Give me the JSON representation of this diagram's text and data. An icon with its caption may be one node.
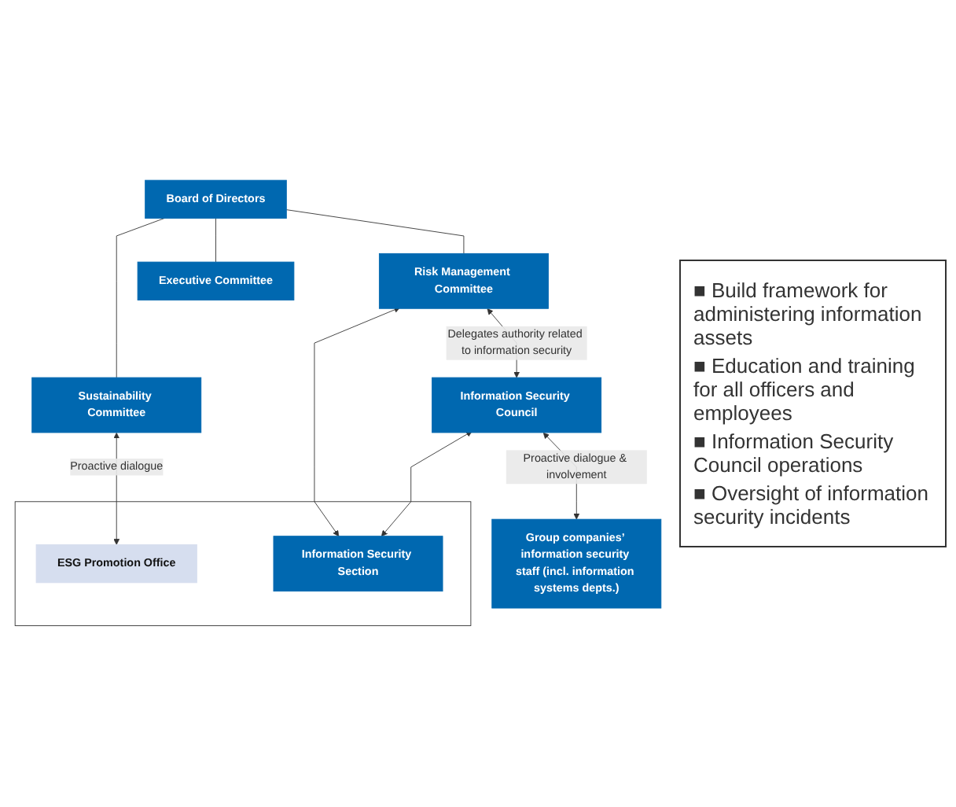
{
  "diagram": {
    "nodes": [
      {
        "text": [
          "Board of Directors"
        ]
      },
      {
        "text": [
          "Sustainability Committee"
        ]
      },
      {
        "text": [
          "Risk Management Committee"
        ]
      },
      {
        "text": [
          "Executive Committee"
        ]
      },
      {
        "text": [],
        "shape": "box"
      },
      {
        "text": [
          "ESG Promotion Office"
        ],
        "in": 4
      },
      {
        "text": [
          "Information Security Section"
        ],
        "in": 4
      },
      {
        "text": [
          "Information Security Council"
        ]
      },
      {
        "text": [
          "Group companies’ information security staff (incl. information systems depts.)"
        ]
      }
    ],
    "edges": [
      {
        "from": 0,
        "to": 1,
        "arrow": "none"
      },
      {
        "from": 0,
        "to": 2,
        "arrow": "none"
      },
      {
        "from": 0,
        "to": 3,
        "arrow": "none"
      },
      {
        "from": 1,
        "to": 5,
        "arrow": "both",
        "label": "Proactive dialogue"
      },
      {
        "from": 2,
        "to": 6,
        "arrow": "both"
      },
      {
        "from": 2,
        "to": 7,
        "arrow": "both",
        "label": "Delegates authority related to information security"
      },
      {
        "from": 7,
        "to": 6,
        "arrow": "both"
      },
      {
        "from": 7,
        "to": 8,
        "arrow": "both",
        "label": "Proactive dialogue & involvement"
      }
    ],
    "labels": [
      "■ Build framework for administering information assets",
      "■ Education and training for all officers and employees",
      "■ Information Security Council operations",
      "■ Oversight of information security incidents"
    ]
  }
}
